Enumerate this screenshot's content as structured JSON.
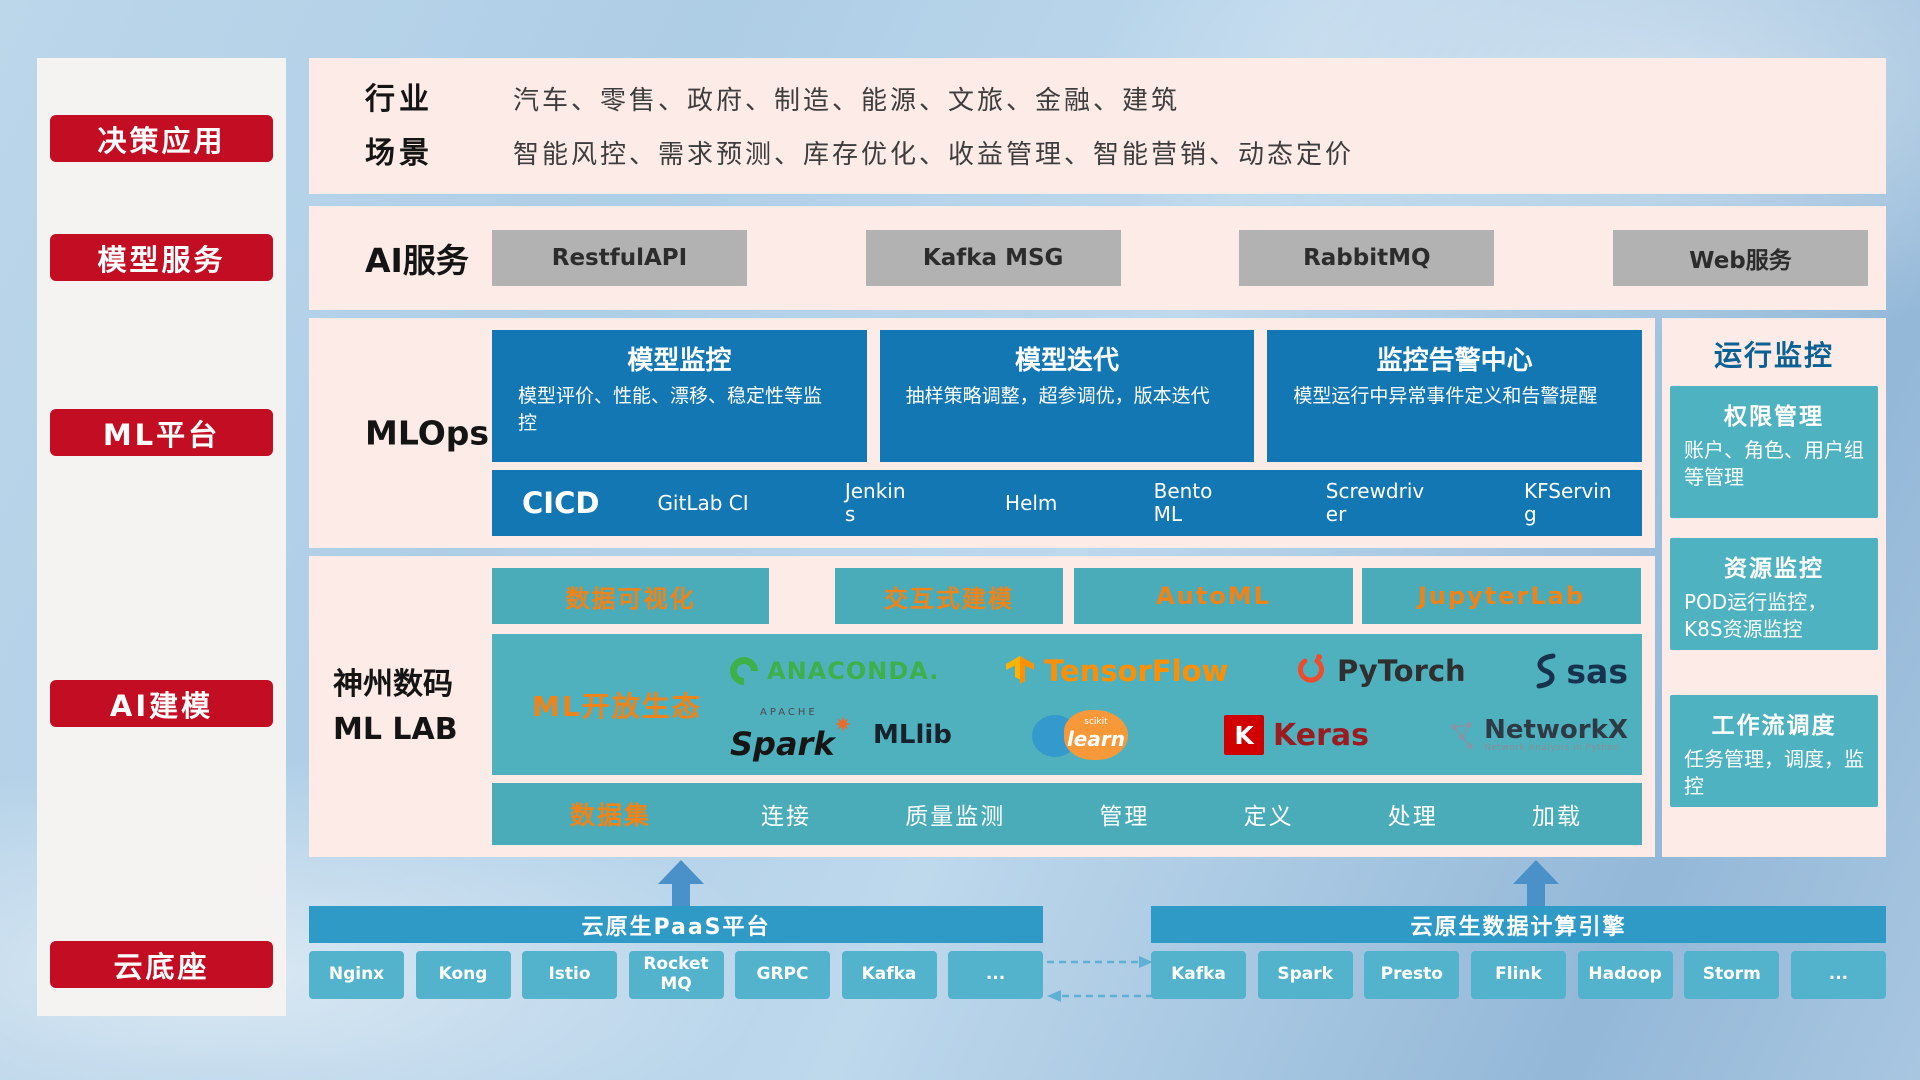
{
  "sidebar": {
    "items": [
      {
        "label": "决策应用"
      },
      {
        "label": "模型服务"
      },
      {
        "label": "ML平台"
      },
      {
        "label": "AI建模"
      },
      {
        "label": "云底座"
      }
    ]
  },
  "industry": {
    "rows": [
      {
        "label": "行业",
        "text": "汽车、零售、政府、制造、能源、文旅、金融、建筑"
      },
      {
        "label": "场景",
        "text": "智能风控、需求预测、库存优化、收益管理、智能营销、动态定价"
      }
    ]
  },
  "ai_service": {
    "label": "AI服务",
    "buttons": [
      {
        "label": "RestfulAPI"
      },
      {
        "label": "Kafka MSG"
      },
      {
        "label": "RabbitMQ"
      },
      {
        "label": "Web服务"
      }
    ]
  },
  "mlops": {
    "label": "MLOps",
    "cards": [
      {
        "title": "模型监控",
        "desc": "模型评价、性能、漂移、稳定性等监控"
      },
      {
        "title": "模型迭代",
        "desc": "抽样策略调整，超参调优，版本迭代"
      },
      {
        "title": "监控告警中心",
        "desc": "模型运行中异常事件定义和告警提醒"
      }
    ],
    "cicd_label": "CICD",
    "cicd_items": [
      {
        "label": "GitLab CI"
      },
      {
        "label": "Jenkins"
      },
      {
        "label": "Helm"
      },
      {
        "label": "BentoML"
      },
      {
        "label": "Screwdriver"
      },
      {
        "label": "KFServing"
      }
    ]
  },
  "mllab": {
    "label_line1": "神州数码",
    "label_line2": "ML LAB",
    "tools": [
      {
        "label": "数据可视化"
      },
      {
        "label": "交互式建模"
      },
      {
        "label": "AutoML"
      },
      {
        "label": "JupyterLab"
      }
    ],
    "ecosystem_label": "ML开放生态",
    "logos": {
      "anaconda": "ANACONDA.",
      "tensorflow": "TensorFlow",
      "pytorch": "PyTorch",
      "sas": "sas",
      "spark_small": "APACHE",
      "spark": "Spark",
      "spark_star": "✷",
      "mllib": "MLlib",
      "scikit_small": "scikit",
      "scikit": "learn",
      "keras_k": "K",
      "keras": "Keras",
      "networkx": "NetworkX",
      "networkx_sub": "Network Analysis in Python"
    },
    "dataset_label": "数据集",
    "dataset_items": [
      {
        "label": "连接"
      },
      {
        "label": "质量监测"
      },
      {
        "label": "管理"
      },
      {
        "label": "定义"
      },
      {
        "label": "处理"
      },
      {
        "label": "加载"
      }
    ]
  },
  "monitoring": {
    "title": "运行监控",
    "cards": [
      {
        "title": "权限管理",
        "desc": "账户、角色、用户组等管理"
      },
      {
        "title": "资源监控",
        "desc": "POD运行监控，K8S资源监控"
      },
      {
        "title": "工作流调度",
        "desc": "任务管理，调度，监控"
      }
    ]
  },
  "foundation": {
    "paas": {
      "title": "云原生PaaS平台",
      "items": [
        {
          "label": "Nginx"
        },
        {
          "label": "Kong"
        },
        {
          "label": "Istio"
        },
        {
          "label": "RocketMQ"
        },
        {
          "label": "GRPC"
        },
        {
          "label": "Kafka"
        },
        {
          "label": "..."
        }
      ]
    },
    "engine": {
      "title": "云原生数据计算引擎",
      "items": [
        {
          "label": "Kafka"
        },
        {
          "label": "Spark"
        },
        {
          "label": "Presto"
        },
        {
          "label": "Flink"
        },
        {
          "label": "Hadoop"
        },
        {
          "label": "Storm"
        },
        {
          "label": "..."
        }
      ]
    }
  },
  "colors": {
    "red": "#c30d23",
    "pink_panel": "#fcebe6",
    "blue_card": "#1377b4",
    "teal": "#4aacb9",
    "teal_light": "#4fb2c0",
    "orange_accent": "#ef8317",
    "bottom_bar": "#2f9ac6",
    "bottom_chip": "#53b3cc",
    "arrow_blue": "#4b91c9"
  }
}
